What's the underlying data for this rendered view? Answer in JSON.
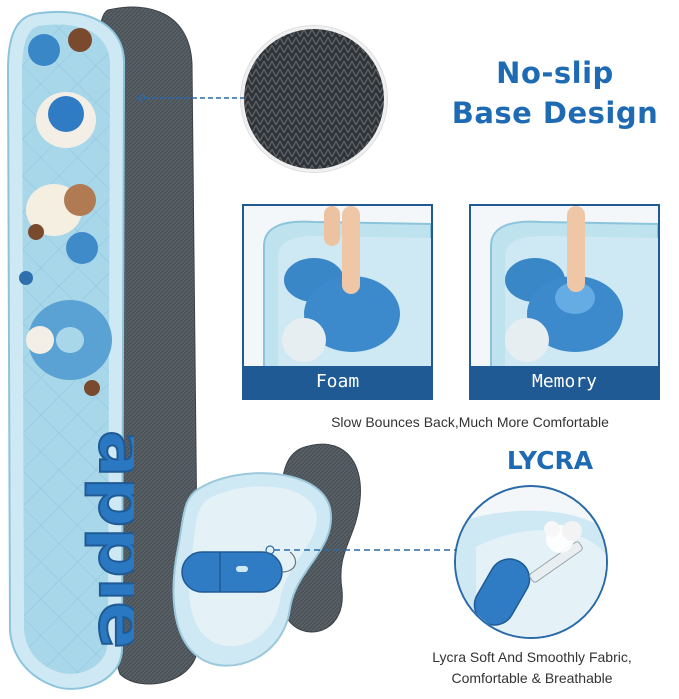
{
  "headline": {
    "line1": "No-slip",
    "line2": "Base Design"
  },
  "panels": [
    {
      "label": "Foam"
    },
    {
      "label": "Memory"
    }
  ],
  "caption_bounce": "Slow Bounces Back,Much More Comfortable",
  "lycra_title": "LYCRA",
  "caption_lycra": {
    "line1": "Lycra Soft And Smoothly Fabric,",
    "line2": "Comfortable & Breathable"
  },
  "pad_lettering": "apple",
  "colors": {
    "accent_blue": "#1f6bb3",
    "panel_navy": "#1f5a94",
    "pad_light_blue": "#a9d7ea",
    "fabric_gray": "#4a5056"
  }
}
